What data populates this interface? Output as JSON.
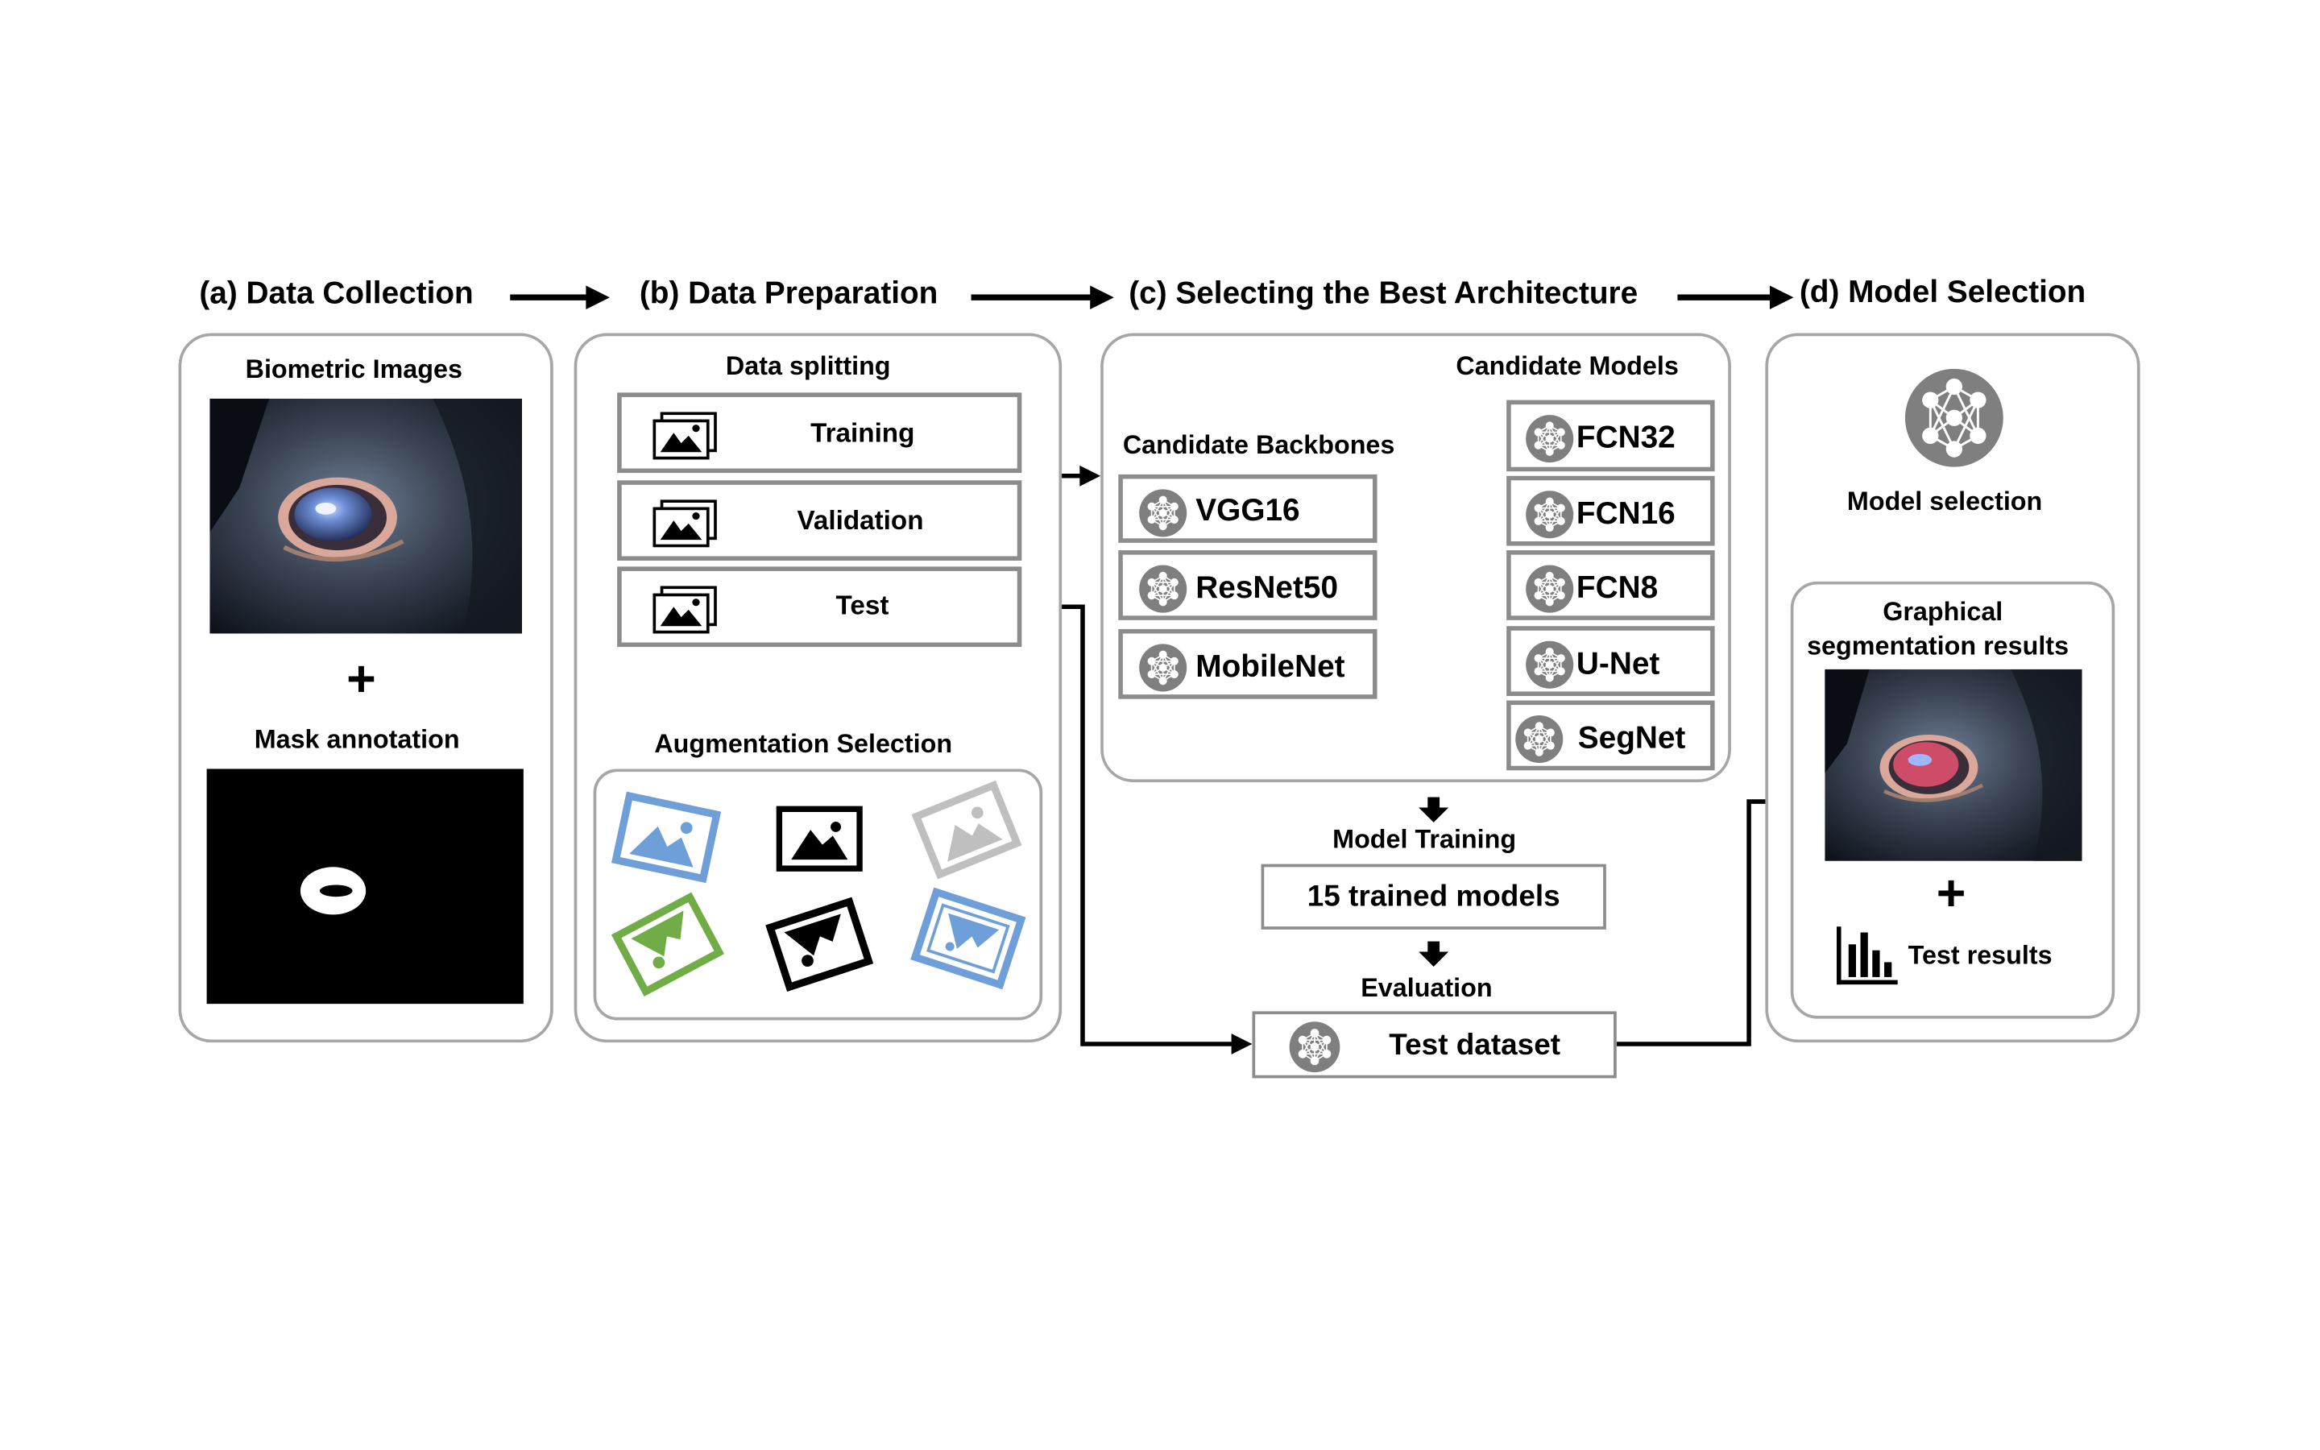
{
  "stages": {
    "a": "(a)  Data Collection",
    "b": "(b)  Data Preparation",
    "c": "(c)  Selecting the Best Architecture",
    "d": "(d) Model  Selection"
  },
  "panel_a": {
    "biometric_label": "Biometric Images",
    "plus": "+",
    "mask_label": "Mask annotation"
  },
  "panel_b": {
    "splitting_label": "Data splitting",
    "splits": [
      "Training",
      "Validation",
      "Test"
    ],
    "augmentation_label": "Augmentation Selection"
  },
  "panel_c": {
    "backbones_label": "Candidate Backbones",
    "models_label": "Candidate Models",
    "backbones": [
      "VGG16",
      "ResNet50",
      "MobileNet"
    ],
    "models": [
      "FCN32",
      "FCN16",
      "FCN8",
      "U-Net",
      "SegNet"
    ],
    "model_training_label": "Model Training",
    "trained_models": "15 trained models",
    "evaluation_label": "Evaluation",
    "test_dataset": "Test dataset"
  },
  "panel_d": {
    "model_selection_label": "Model selection",
    "graphical_label_1": "Graphical",
    "graphical_label_2": "segmentation results",
    "plus": "+",
    "test_results": "Test results"
  },
  "colors": {
    "box_border": "#8c8c8c",
    "panel_border": "#a6a6a6",
    "network_icon": "#7f7f7f",
    "aug_blue": "#6f9fd8",
    "aug_green": "#70ad47",
    "aug_gray": "#bfbfbf",
    "aug_black": "#000000"
  }
}
